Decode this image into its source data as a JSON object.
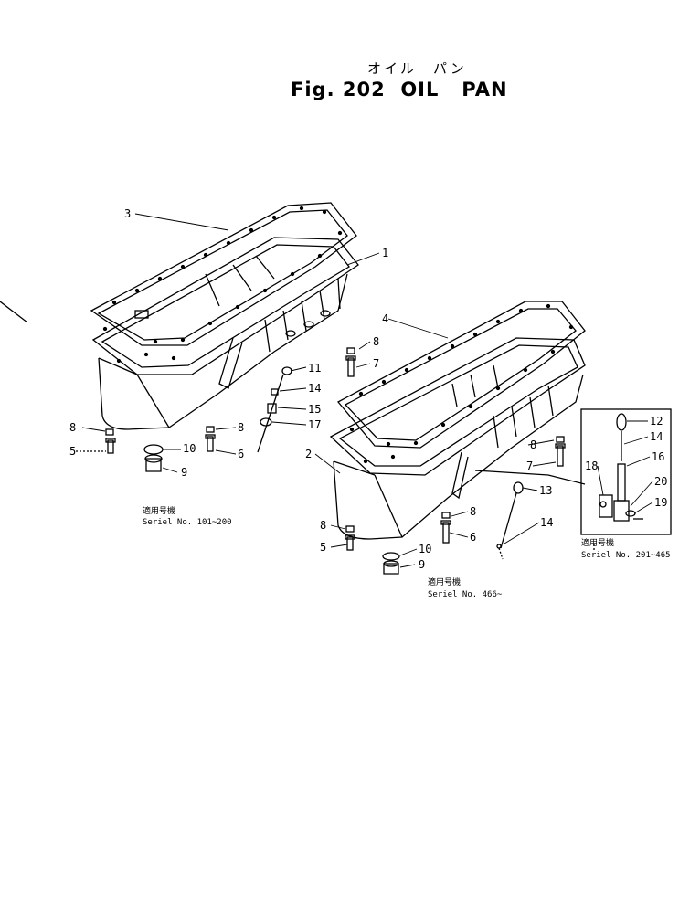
{
  "title": {
    "japanese": "オイル　パン",
    "main": "Fig. 202  OIL   PAN"
  },
  "callouts": [
    "1",
    "2",
    "3",
    "4",
    "5",
    "6",
    "7",
    "8",
    "9",
    "10",
    "11",
    "12",
    "13",
    "14",
    "15",
    "16",
    "17",
    "18",
    "19",
    "20"
  ],
  "notes": {
    "left": {
      "jp": "適用号機",
      "serial": "Seriel No. 101~200"
    },
    "middle": {
      "jp": "適用号機",
      "serial": "Seriel No. 466~"
    },
    "right": {
      "jp": "適用号機",
      "serial": "Seriel No. 201~465"
    }
  }
}
